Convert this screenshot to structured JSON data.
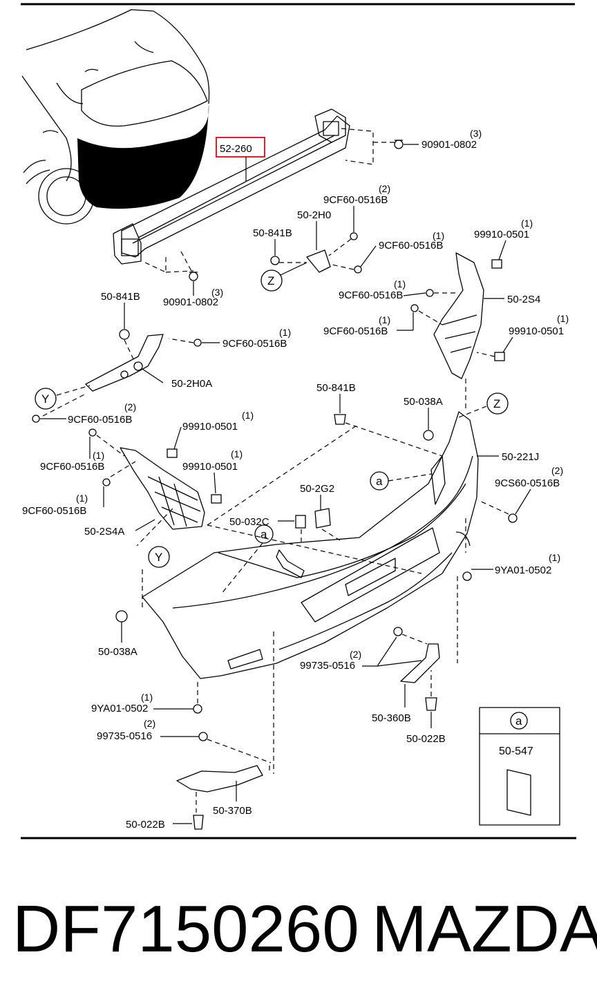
{
  "highlight_color": "#e0202a",
  "highlighted_part": "52-260",
  "labels": {
    "p52_260": "52-260",
    "nut_upper_code": "90901-0802",
    "nut_upper_qty": "(3)",
    "nut_lower_code": "90901-0802",
    "nut_lower_qty": "(3)",
    "c841b_top": "50-841B",
    "c2h0": "50-2H0",
    "bolt_a_code": "9CF60-0516B",
    "bolt_a_qty": "(2)",
    "bolt_b_code": "9CF60-0516B",
    "bolt_b_qty": "(1)",
    "c99910_top_code": "99910-0501",
    "c99910_top_qty": "(1)",
    "bolt_c_code": "9CF60-0516B",
    "bolt_c_qty": "(1)",
    "c2s4": "50-2S4",
    "bolt_d_code": "9CF60-0516B",
    "bolt_d_qty": "(1)",
    "c99910_r_code": "99910-0501",
    "c99910_r_qty": "(1)",
    "c841b_left": "50-841B",
    "bolt_e_code": "9CF60-0516B",
    "bolt_e_qty": "(1)",
    "c2h0a": "50-2H0A",
    "bolt_f_code": "9CF60-0516B",
    "bolt_f_qty": "(2)",
    "c841b_mid": "50-841B",
    "c038a_top": "50-038A",
    "c99910_l1_code": "99910-0501",
    "c99910_l1_qty": "(1)",
    "bolt_g_code": "9CF60-0516B",
    "bolt_g_qty": "(1)",
    "c99910_l2_code": "99910-0501",
    "c99910_l2_qty": "(1)",
    "c221j": "50-221J",
    "bolt_h_code": "9CF60-0516B",
    "bolt_h_qty": "(1)",
    "cs_code": "9CS60-0516B",
    "cs_qty": "(2)",
    "c2s4a": "50-2S4A",
    "c2g2": "50-2G2",
    "c032c": "50-032C",
    "ya_right_code": "9YA01-0502",
    "ya_right_qty": "(1)",
    "c038a_bottom": "50-038A",
    "screw_right_code": "99735-0516",
    "screw_right_qty": "(2)",
    "ya_left_code": "9YA01-0502",
    "ya_left_qty": "(1)",
    "c360b": "50-360B",
    "c022b_right": "50-022B",
    "screw_left_code": "99735-0516",
    "screw_left_qty": "(2)",
    "c370b": "50-370B",
    "c022b_left": "50-022B",
    "c547": "50-547"
  },
  "callouts": {
    "z_top": "Z",
    "z_right": "Z",
    "y_left": "Y",
    "y_bottom": "Y",
    "a_1": "a",
    "a_2": "a",
    "a_inset": "a"
  },
  "caption": {
    "part_number": "DF7150260",
    "brand": "MAZDA"
  }
}
